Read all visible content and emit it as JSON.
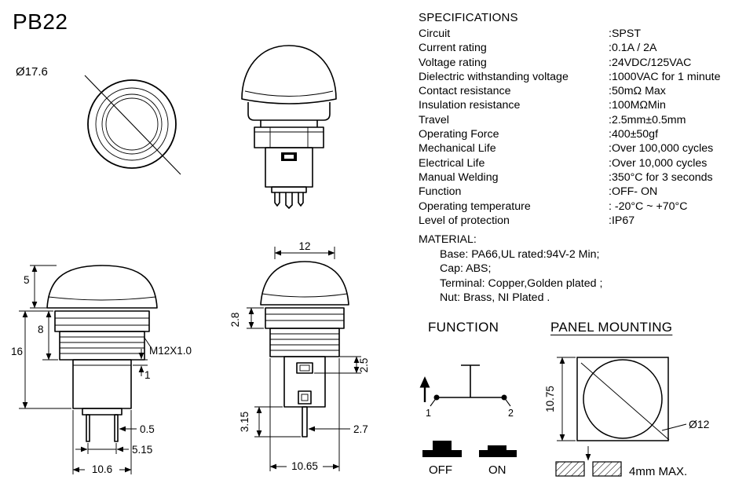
{
  "title": "PB22",
  "specifications": {
    "heading": "SPECIFICATIONS",
    "rows": [
      {
        "label": "Circuit",
        "value": ":SPST"
      },
      {
        "label": "Current rating",
        "value": ":0.1A / 2A"
      },
      {
        "label": "Voltage rating",
        "value": ":24VDC/125VAC"
      },
      {
        "label": "Dielectric withstanding voltage",
        "value": ":1000VAC for 1 minute"
      },
      {
        "label": "Contact resistance",
        "value": ":50mΩ Max"
      },
      {
        "label": "Insulation resistance",
        "value": ":100MΩMin"
      },
      {
        "label": "Travel",
        "value": ":2.5mm±0.5mm"
      },
      {
        "label": "Operating Force",
        "value": ":400±50gf"
      },
      {
        "label": "Mechanical Life",
        "value": ":Over 100,000 cycles"
      },
      {
        "label": "Electrical Life",
        "value": ":Over 10,000 cycles"
      },
      {
        "label": "Manual Welding",
        "value": ":350°C for 3 seconds"
      },
      {
        "label": "Function",
        "value": ":OFF- ON"
      },
      {
        "label": "Operating temperature",
        "value": ": -20°C ~ +70°C"
      },
      {
        "label": "Level of protection",
        "value": ":IP67"
      }
    ]
  },
  "material": {
    "heading": "MATERIAL:",
    "lines": [
      "Base: PA66,UL rated:94V-2 Min;",
      "Cap: ABS;",
      "Terminal: Copper,Golden plated ;",
      "Nut: Brass, NI Plated ."
    ]
  },
  "top_view": {
    "diameter": "Ø17.6"
  },
  "side_left": {
    "cap_height": "5",
    "nut_height": "8",
    "body_height": "16",
    "thread_label": "M12X1.0",
    "step": "1",
    "pin_width": "0.5",
    "pin_pitch": "5.15",
    "body_width": "10.6"
  },
  "side_mid": {
    "top_width": "12",
    "dim_a": "2.8",
    "dim_b": "2.5",
    "pin_length": "3.15",
    "pin_offset": "2.7",
    "body_width": "10.65"
  },
  "function_section": {
    "heading": "FUNCTION",
    "terminal_1": "1",
    "terminal_2": "2",
    "state_off": "OFF",
    "state_on": "ON"
  },
  "panel_mounting": {
    "heading": "PANEL MOUNTING",
    "hole_height": "10.75",
    "hole_diameter": "Ø12",
    "panel_thickness": "4mm MAX."
  }
}
